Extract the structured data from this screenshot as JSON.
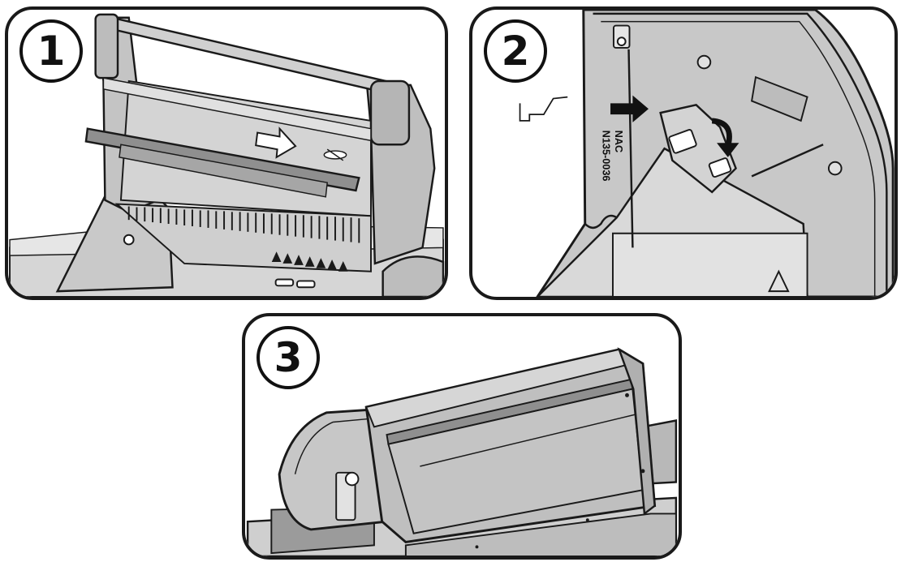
{
  "steps": [
    {
      "number": "1"
    },
    {
      "number": "2",
      "part_label_line1": "NAC",
      "part_label_line2": "N135-0036"
    },
    {
      "number": "3"
    }
  ],
  "colors": {
    "outline": "#1a1a1a",
    "metal_light": "#d9d9d9",
    "metal_mid": "#bdbdbd",
    "metal_dark": "#8e8e8e",
    "arrow": "#111111"
  }
}
